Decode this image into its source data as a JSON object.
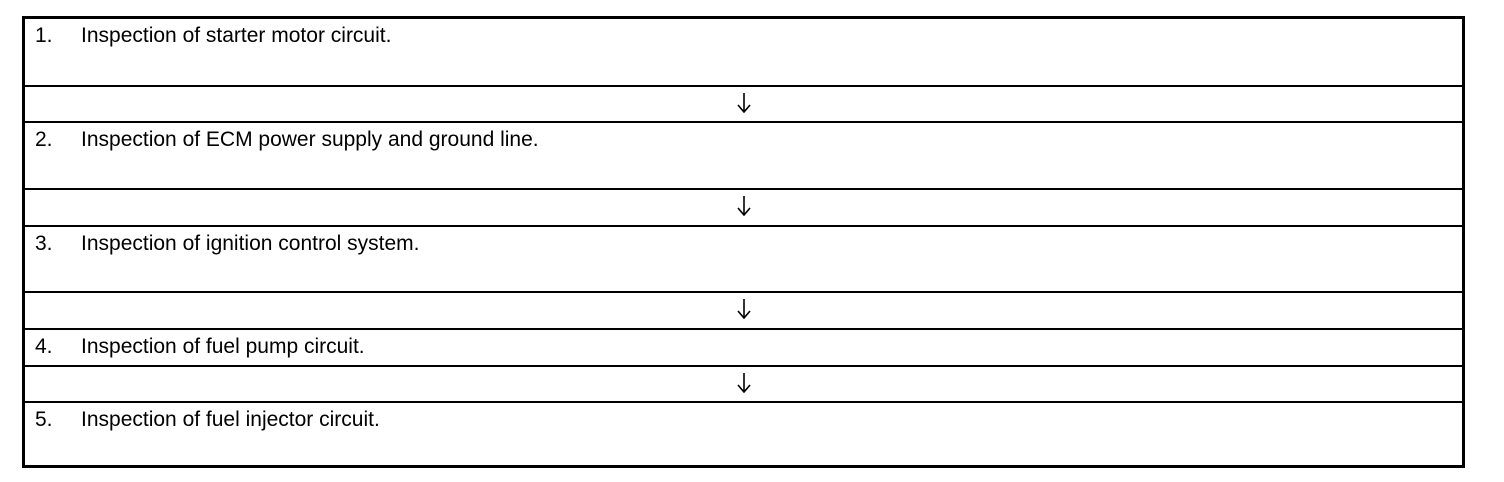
{
  "steps": [
    {
      "number": "1.",
      "text": "Inspection of starter motor circuit."
    },
    {
      "number": "2.",
      "text": "Inspection of ECM power supply and ground line."
    },
    {
      "number": "3.",
      "text": "Inspection of ignition control system."
    },
    {
      "number": "4.",
      "text": "Inspection of fuel pump circuit."
    },
    {
      "number": "5.",
      "text": "Inspection of fuel injector circuit."
    }
  ],
  "arrow_icon": "down-arrow-icon",
  "colors": {
    "border": "#000000",
    "text": "#000000",
    "background": "#ffffff"
  }
}
